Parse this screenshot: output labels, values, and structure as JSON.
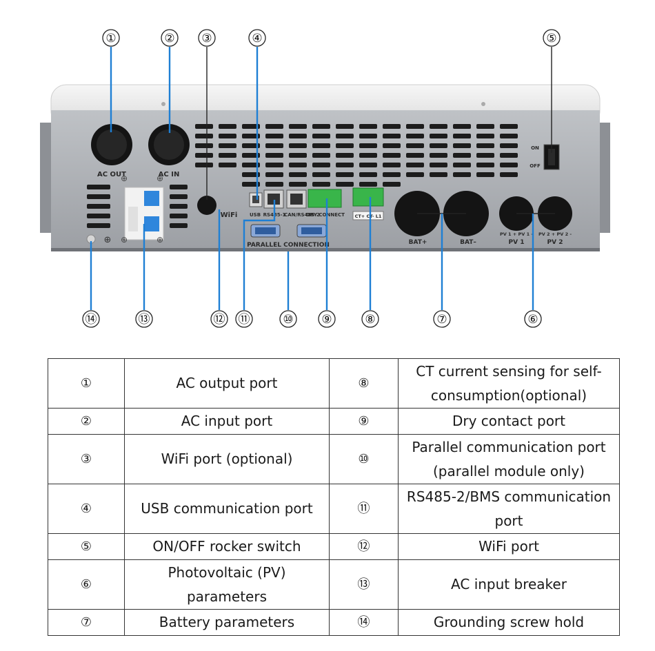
{
  "callouts": [
    "①",
    "②",
    "③",
    "④",
    "⑤",
    "⑥",
    "⑦",
    "⑧",
    "⑨",
    "⑩",
    "⑪",
    "⑫",
    "⑬",
    "⑭"
  ],
  "panel_labels": {
    "ac_out": "AC OUT",
    "ac_in": "AC IN",
    "wifi": "WiFi",
    "usb": "USB",
    "rs485_1": "RS485-1",
    "can_rs485_2": "CAN/RS485-2",
    "dry_connect": "DRY CONNECT",
    "ct": "CT+ CT- L1",
    "parallel_connection": "PARALLEL  CONNECTION",
    "bat_plus": "BAT+",
    "bat_minus": "BAT–",
    "pv1_terminals": "PV 1 +  PV 1 -",
    "pv1": "PV 1",
    "pv2_terminals": "PV 2 +  PV 2 -",
    "pv2": "PV 2",
    "on": "ON",
    "off": "OFF",
    "ground_symbol": "⊕"
  },
  "legend": {
    "rows": [
      {
        "left_num": "①",
        "left_text": "AC output port",
        "right_num": "⑧",
        "right_text": "CT current sensing for self-consumption(optional)"
      },
      {
        "left_num": "②",
        "left_text": "AC input port",
        "right_num": "⑨",
        "right_text": "Dry contact port"
      },
      {
        "left_num": "③",
        "left_text": "WiFi port  (optional)",
        "right_num": "⑩",
        "right_text": "Parallel communication port (parallel module only)"
      },
      {
        "left_num": "④",
        "left_text": "USB communication port",
        "right_num": "⑪",
        "right_text": "RS485-2/BMS communication port"
      },
      {
        "left_num": "⑤",
        "left_text": "ON/OFF rocker switch",
        "right_num": "⑫",
        "right_text": "WiFi port"
      },
      {
        "left_num": "⑥",
        "left_text": "Photovoltaic (PV) parameters",
        "right_num": "⑬",
        "right_text": "AC input breaker"
      },
      {
        "left_num": "⑦",
        "left_text": "Battery parameters",
        "right_num": "⑭",
        "right_text": "Grounding screw hold"
      }
    ]
  }
}
